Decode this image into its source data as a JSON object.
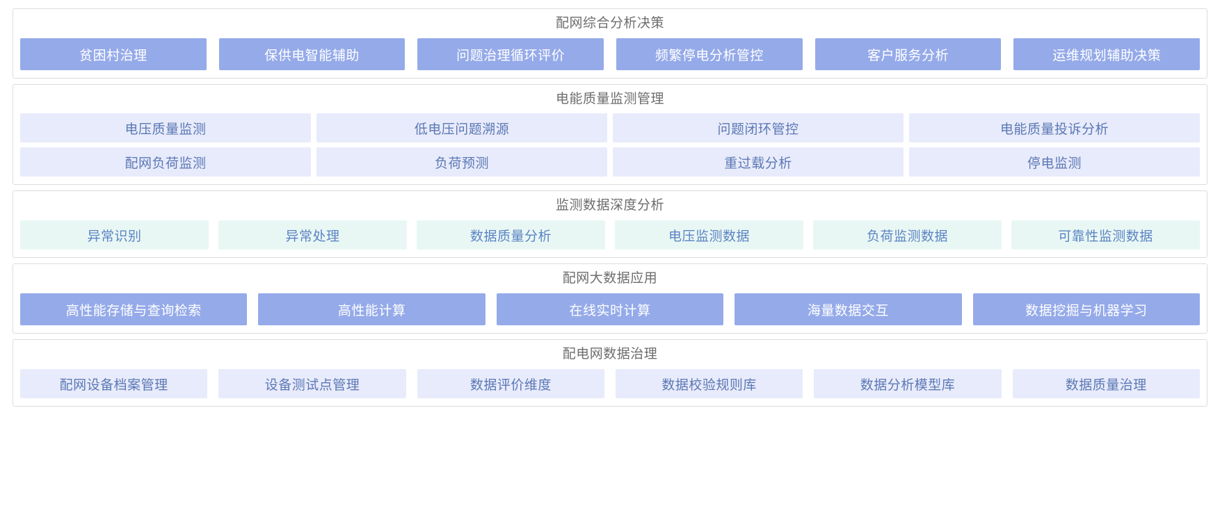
{
  "theme": {
    "blue_fill": "#95aae9",
    "blue_text": "#ffffff",
    "lavender_fill": "#e8ebfb",
    "lavender_text": "#5b78b5",
    "mint_fill": "#e9f7f4",
    "mint_text": "#5b84c4",
    "panel_border": "#dcdcdc",
    "title_text": "#6d6d6d",
    "page_background": "#ffffff"
  },
  "sections": [
    {
      "title": "配网综合分析决策",
      "style": "blue",
      "rows": [
        [
          "贫困村治理",
          "保供电智能辅助",
          "问题治理循环评价",
          "频繁停电分析管控",
          "客户服务分析",
          "运维规划辅助决策"
        ]
      ]
    },
    {
      "title": "电能质量监测管理",
      "style": "lavender",
      "rows": [
        [
          "电压质量监测",
          "低电压问题溯源",
          "问题闭环管控",
          "电能质量投诉分析"
        ],
        [
          "配网负荷监测",
          "负荷预测",
          "重过载分析",
          "停电监测"
        ]
      ]
    },
    {
      "title": "监测数据深度分析",
      "style": "mint",
      "rows": [
        [
          "异常识别",
          "异常处理",
          "数据质量分析",
          "电压监测数据",
          "负荷监测数据",
          "可靠性监测数据"
        ]
      ]
    },
    {
      "title": "配网大数据应用",
      "style": "blue",
      "rows": [
        [
          "高性能存储与查询检索",
          "高性能计算",
          "在线实时计算",
          "海量数据交互",
          "数据挖掘与机器学习"
        ]
      ]
    },
    {
      "title": "配电网数据治理",
      "style": "lavender",
      "rows": [
        [
          "配网设备档案管理",
          "设备测试点管理",
          "数据评价维度",
          "数据校验规则库",
          "数据分析模型库",
          "数据质量治理"
        ]
      ]
    }
  ]
}
